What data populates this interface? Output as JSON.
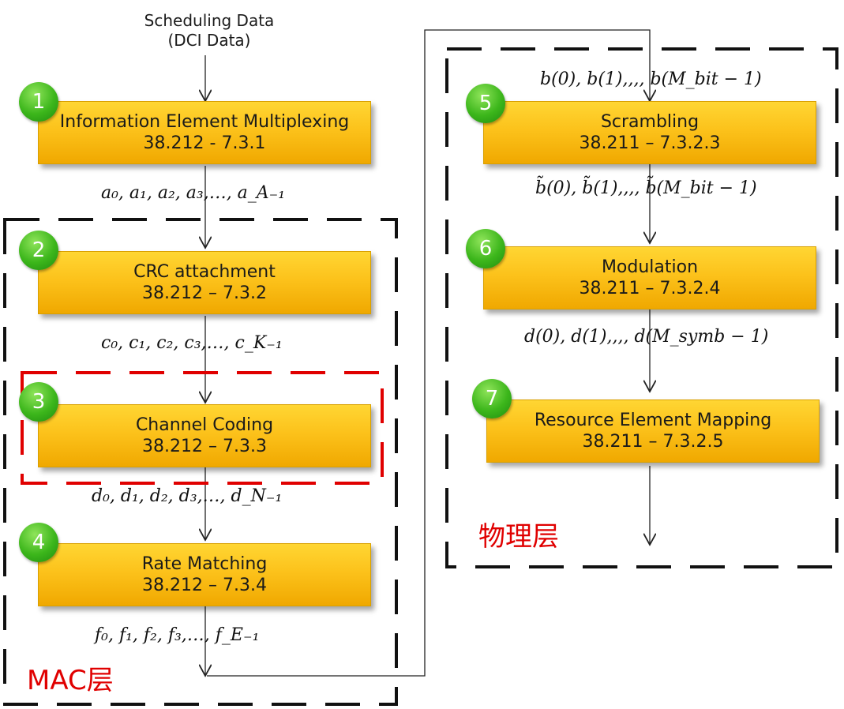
{
  "input": {
    "line1": "Scheduling Data",
    "line2": "(DCI Data)"
  },
  "steps": [
    {
      "num": "1",
      "title": "Information Element Multiplexing",
      "ref": "38.212 - 7.3.1"
    },
    {
      "num": "2",
      "title": "CRC attachment",
      "ref": "38.212 – 7.3.2"
    },
    {
      "num": "3",
      "title": "Channel Coding",
      "ref": "38.212 – 7.3.3"
    },
    {
      "num": "4",
      "title": "Rate Matching",
      "ref": "38.212 – 7.3.4"
    },
    {
      "num": "5",
      "title": "Scrambling",
      "ref": "38.211 – 7.3.2.3"
    },
    {
      "num": "6",
      "title": "Modulation",
      "ref": "38.211 – 7.3.2.4"
    },
    {
      "num": "7",
      "title": "Resource Element Mapping",
      "ref": "38.211 – 7.3.2.5"
    }
  ],
  "sequences": {
    "a": "a₀, a₁, a₂, a₃,…, a_A₋₁",
    "c": "c₀, c₁, c₂, c₃,…, c_K₋₁",
    "d": "d₀, d₁, d₂, d₃,…, d_N₋₁",
    "f": "f₀, f₁, f₂, f₃,…, f_E₋₁",
    "b": "b(0), b(1),,,, b(M_bit − 1)",
    "b_tilde": "b̃(0), b̃(1),,,, b̃(M_bit − 1)",
    "d_symb": "d(0), d(1),,,, d(M_symb − 1)"
  },
  "layers": {
    "mac": "MAC层",
    "phy": "物理层"
  },
  "colors": {
    "box": "#fcc21b",
    "badge": "#3cb61b",
    "dash_black": "#111111",
    "dash_red": "#e00000",
    "layer_text": "#e00000"
  }
}
